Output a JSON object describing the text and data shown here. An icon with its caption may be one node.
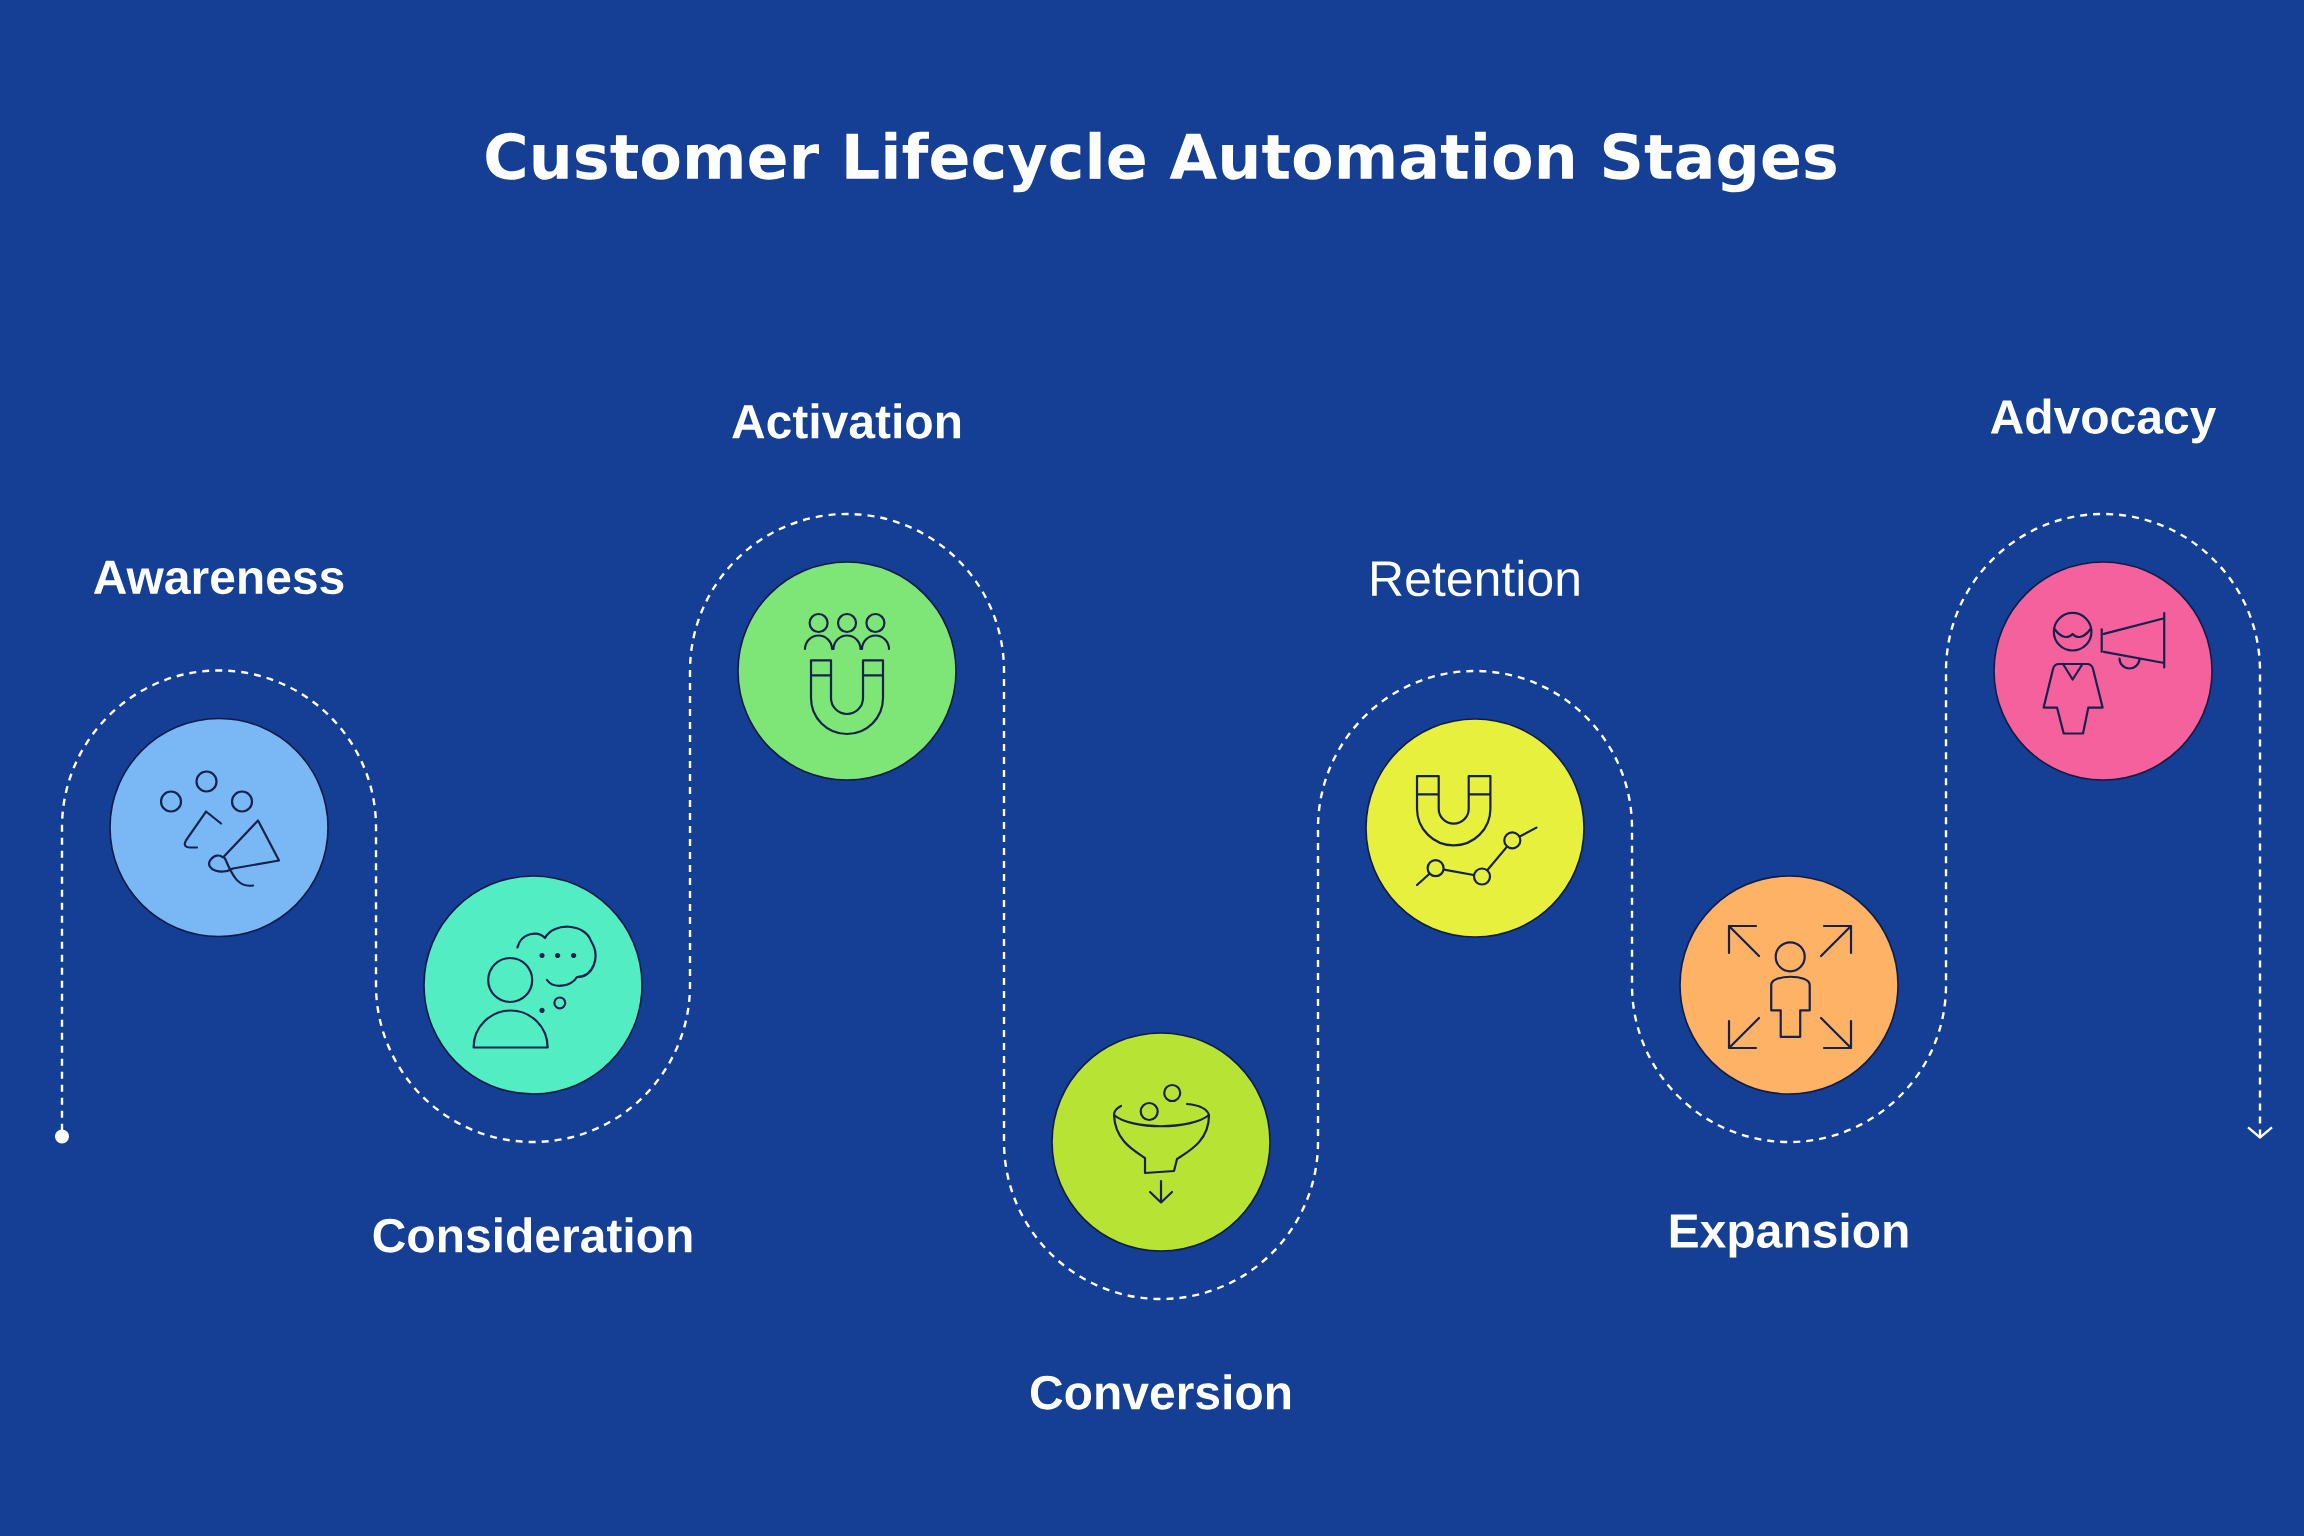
{
  "diagram": {
    "title": "Customer Lifecycle Automation Stages",
    "nodes": [
      {
        "text": [
          "Awareness"
        ]
      },
      {
        "text": [
          "Consideration"
        ]
      },
      {
        "text": [
          "Activation"
        ]
      },
      {
        "text": [
          "Conversion"
        ]
      },
      {
        "text": [
          "Retention"
        ]
      },
      {
        "text": [
          "Expansion"
        ]
      },
      {
        "text": [
          "Advocacy"
        ]
      }
    ]
  }
}
